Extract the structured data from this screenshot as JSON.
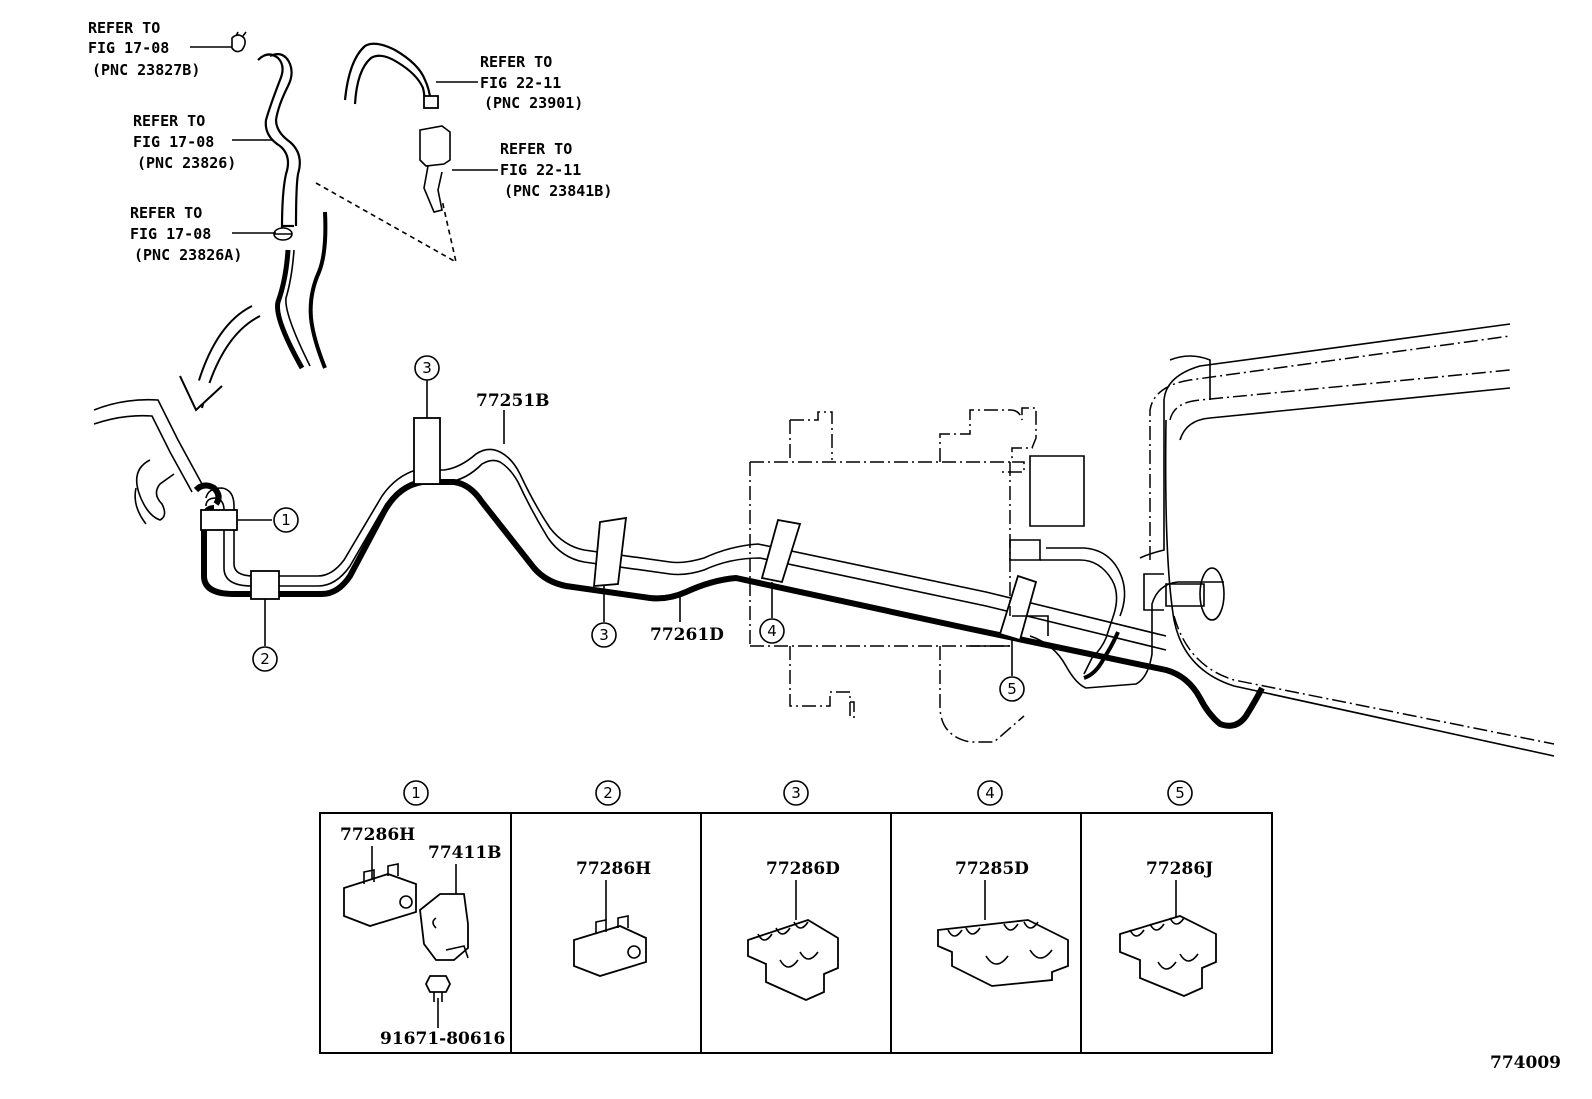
{
  "refers": [
    {
      "line1": "REFER TO",
      "line2": "FIG 17-08",
      "line3": "(PNC 23827B)"
    },
    {
      "line1": "REFER TO",
      "line2": "FIG 17-08",
      "line3": "(PNC 23826)"
    },
    {
      "line1": "REFER TO",
      "line2": "FIG 17-08",
      "line3": "(PNC 23826A)"
    },
    {
      "line1": "REFER TO",
      "line2": "FIG 22-11",
      "line3": "(PNC 23901)"
    },
    {
      "line1": "REFER TO",
      "line2": "FIG 22-11",
      "line3": "(PNC 23841B)"
    }
  ],
  "tube_parts": {
    "upper": "77251B",
    "lower": "77261D"
  },
  "callouts": {
    "c1": "1",
    "c2": "2",
    "c3a": "3",
    "c3b": "3",
    "c4": "4",
    "c5": "5"
  },
  "detail_boxes": [
    {
      "number": "1",
      "parts": [
        "77286H",
        "77411B",
        "91671-80616"
      ]
    },
    {
      "number": "2",
      "parts": [
        "77286H"
      ]
    },
    {
      "number": "3",
      "parts": [
        "77286D"
      ]
    },
    {
      "number": "4",
      "parts": [
        "77285D"
      ]
    },
    {
      "number": "5",
      "parts": [
        "77286J"
      ]
    }
  ],
  "figure_id": "774009"
}
